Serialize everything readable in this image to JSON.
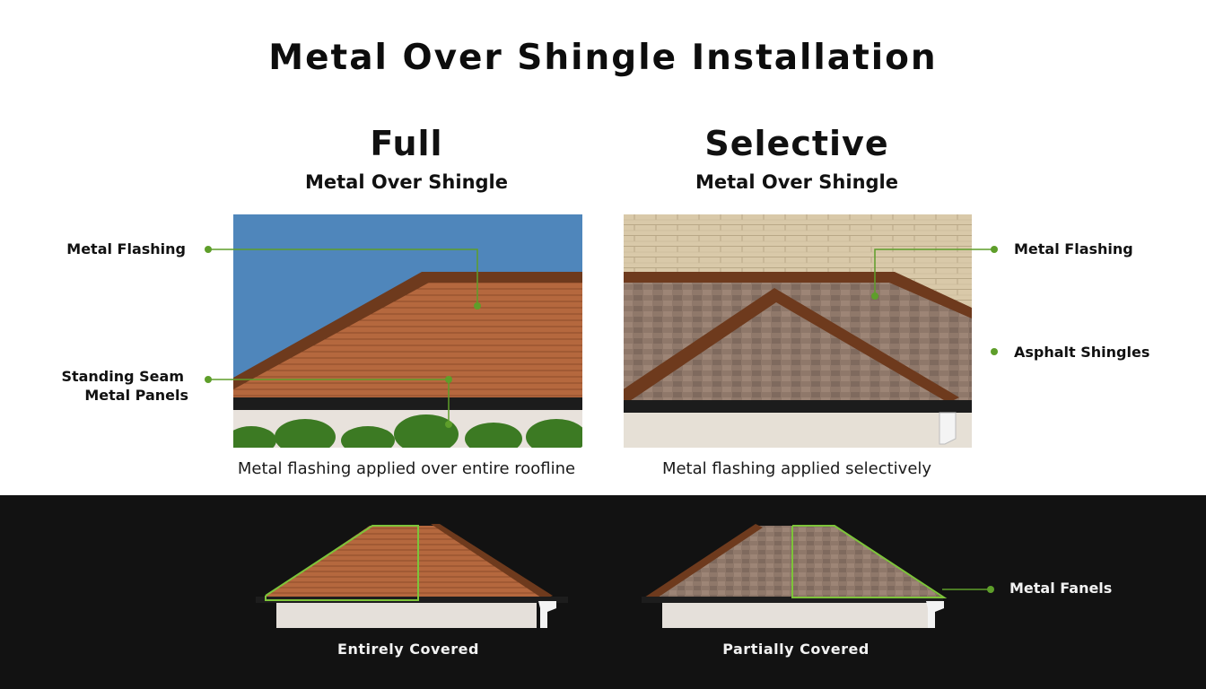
{
  "title": "Metal Over Shingle Installation",
  "panels": {
    "full": {
      "title": "Full",
      "subtitle": "Metal Over Shingle",
      "caption": "Metal flashing applied over entire roofline"
    },
    "selective": {
      "title": "Selective",
      "subtitle": "Metal Over Shingle",
      "caption": "Metal flashing applied selectively"
    }
  },
  "callouts": {
    "full_metal_flashing": "Metal Flashing",
    "full_standing_seam_line1": "Standing Seam",
    "full_standing_seam_line2": "Metal Panels",
    "selective_metal_flashing": "Metal Flashing",
    "selective_asphalt_shingles": "Asphalt Shingles",
    "bottom_metal_panels": "Metal Fanels"
  },
  "bottom": {
    "left_caption": "Entirely Covered",
    "right_caption": "Partially Covered"
  },
  "colors": {
    "accent_green": "#5e9e2a",
    "sky_blue": "#4f86bb",
    "metal_roof": "#b5683e",
    "shingle": "#8f786a",
    "dark_band": "#121212"
  }
}
